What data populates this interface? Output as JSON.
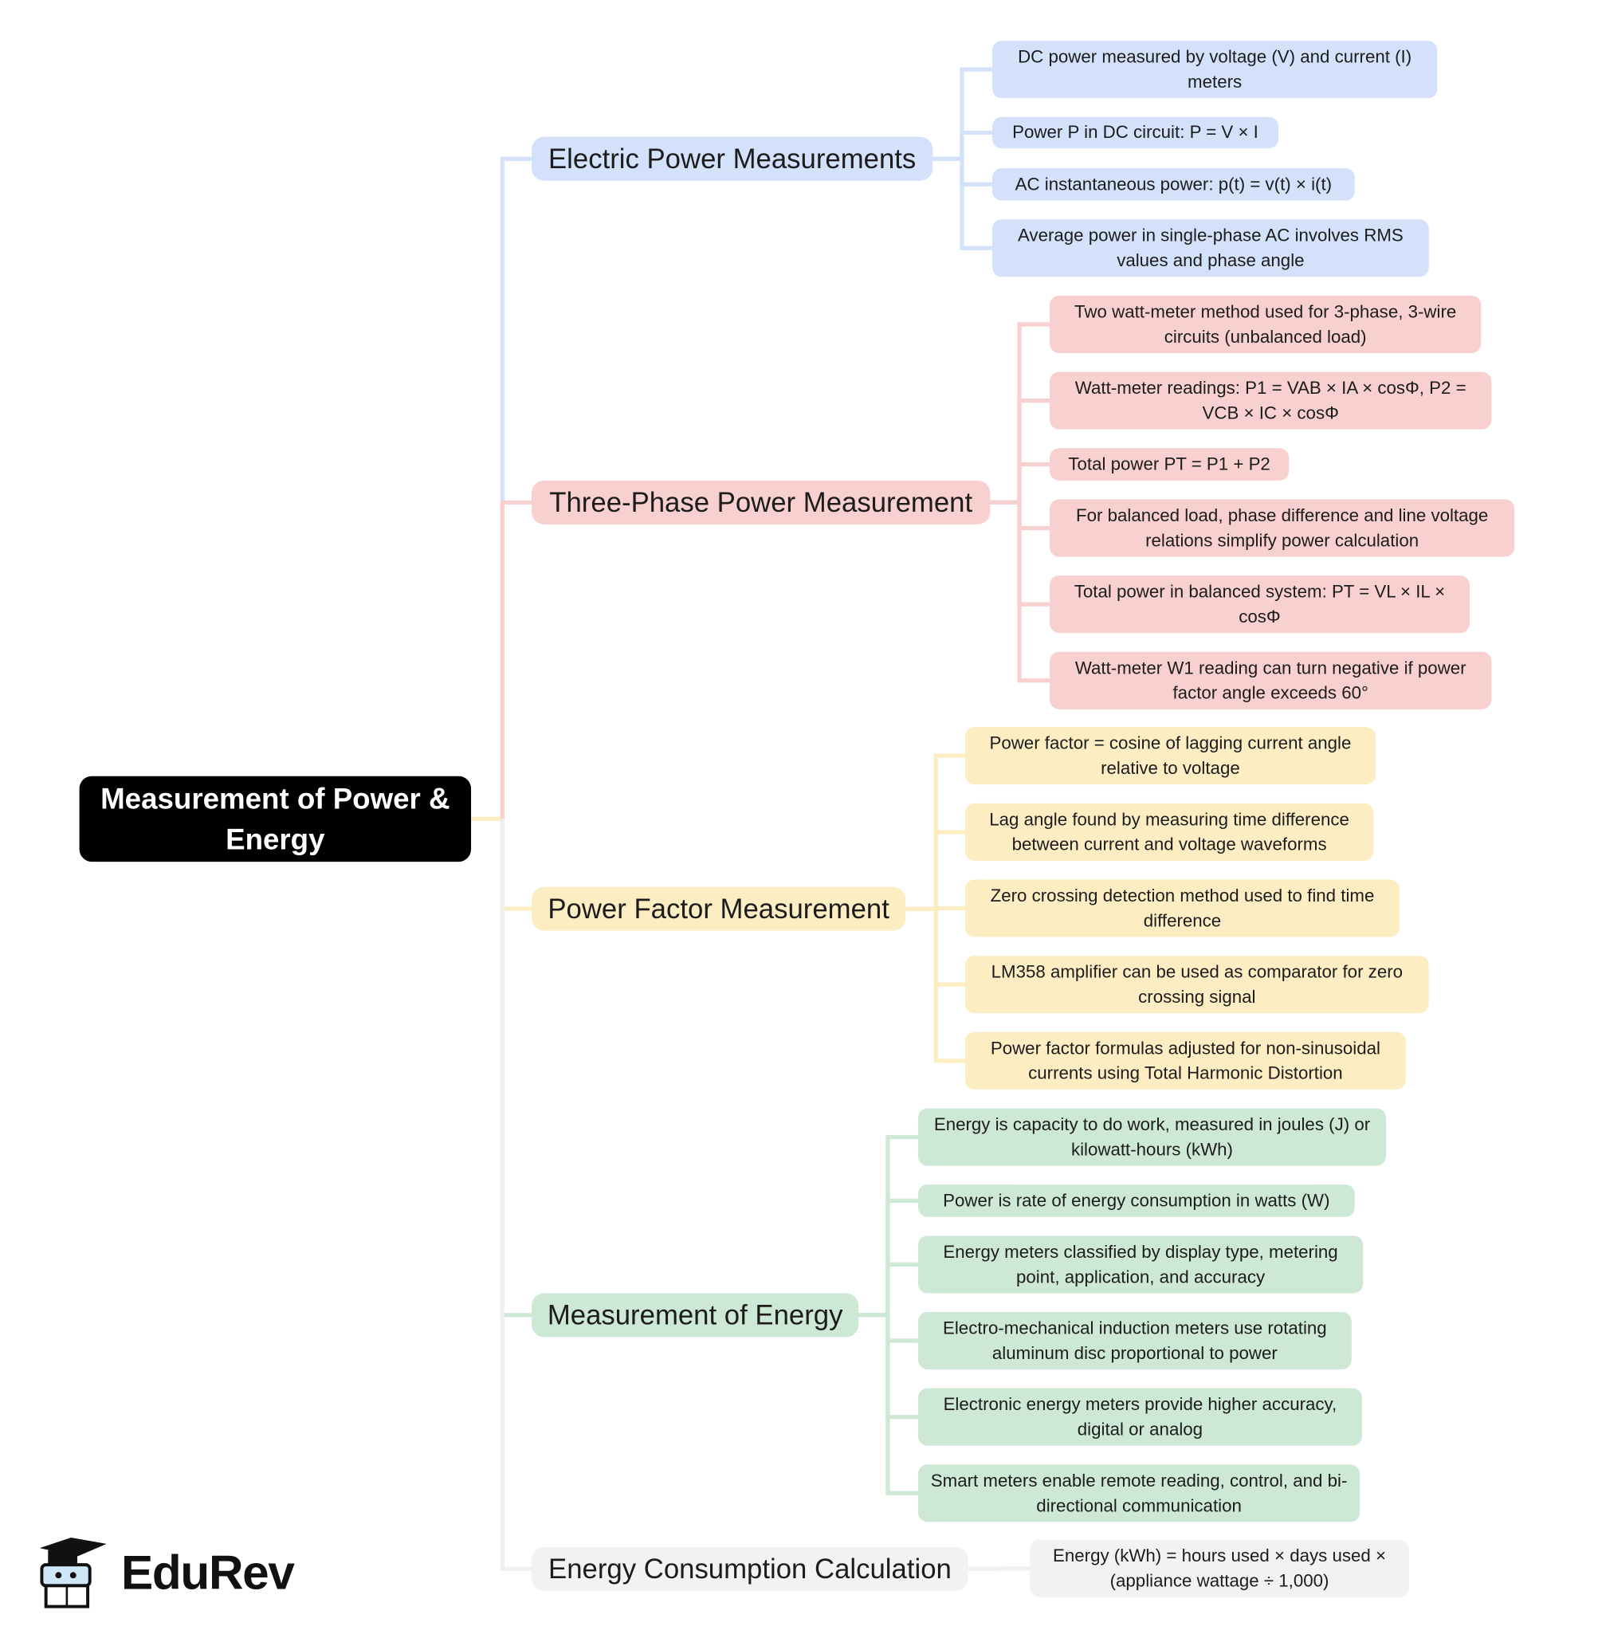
{
  "root": {
    "title": "Measurement of Power & Energy"
  },
  "branches": [
    {
      "label": "Electric Power Measurements",
      "color": "#d3e1fb",
      "line": "#d3e1fb",
      "items": [
        "DC power measured by voltage (V) and current (I) meters",
        "Power P in DC circuit: P = V × I",
        "AC instantaneous power: p(t) = v(t) × i(t)",
        "Average power in single-phase AC involves RMS values and phase angle"
      ]
    },
    {
      "label": "Three-Phase Power Measurement",
      "color": "#f8d0cf",
      "line": "#f8d0cf",
      "items": [
        "Two watt-meter method used for 3-phase, 3-wire circuits (unbalanced load)",
        "Watt-meter readings: P1 = VAB × IA × cosΦ, P2 = VCB × IC × cosΦ",
        "Total power PT = P1 + P2",
        "For balanced load, phase difference and line voltage relations simplify power calculation",
        "Total power in balanced system: PT = VL × IL × cosΦ",
        "Watt-meter W1 reading can turn negative if power factor angle exceeds 60°"
      ]
    },
    {
      "label": "Power Factor Measurement",
      "color": "#fdedc3",
      "line": "#fdedc3",
      "items": [
        "Power factor = cosine of lagging current angle relative to voltage",
        "Lag angle found by measuring time difference between current and voltage waveforms",
        "Zero crossing detection method used to find time difference",
        "LM358 amplifier can be used as comparator for zero crossing signal",
        "Power factor formulas adjusted for non-sinusoidal currents using Total Harmonic Distortion"
      ]
    },
    {
      "label": "Measurement of Energy",
      "color": "#cde8d5",
      "line": "#cde8d5",
      "items": [
        "Energy is capacity to do work, measured in joules (J) or kilowatt-hours (kWh)",
        "Power is rate of energy consumption in watts (W)",
        "Energy meters classified by display type, metering point, application, and accuracy",
        "Electro-mechanical induction meters use rotating aluminum disc proportional to power",
        "Electronic energy meters provide higher accuracy, digital or analog",
        "Smart meters enable remote reading, control, and bi-directional communication"
      ]
    },
    {
      "label": "Energy Consumption Calculation",
      "color": "#f1f2f4",
      "line": "#f0f0f0",
      "items": [
        "Energy (kWh) = hours used × days used × (appliance wattage ÷ 1,000)"
      ]
    }
  ],
  "logo": {
    "text": "EduRev"
  }
}
